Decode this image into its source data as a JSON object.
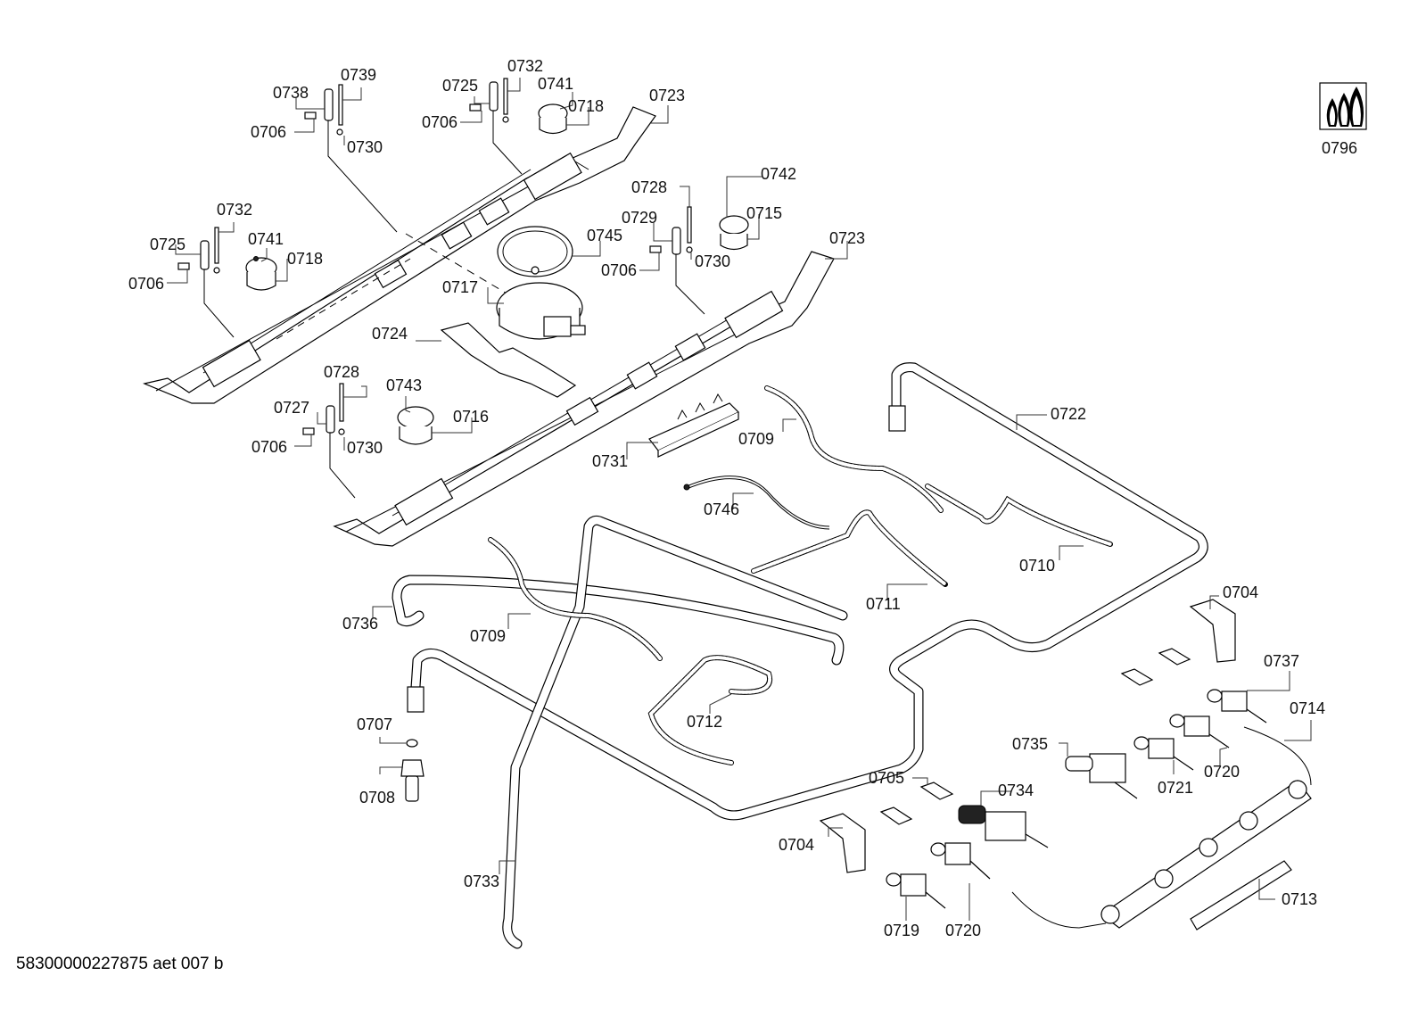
{
  "diagram": {
    "title": "Exploded parts diagram – gas hob burner assembly",
    "document_id": "58300000227875 aet 007 b",
    "legend_icon": {
      "name": "gas-flames-icon",
      "label": "0796"
    },
    "callouts": [
      {
        "id": "c0738",
        "label": "0738",
        "part": "ignition-electrode"
      },
      {
        "id": "c0739",
        "label": "0739",
        "part": "thermocouple"
      },
      {
        "id": "c0706a",
        "label": "0706",
        "part": "clip"
      },
      {
        "id": "c0730a",
        "label": "0730",
        "part": "nut"
      },
      {
        "id": "c0725a",
        "label": "0725",
        "part": "ignition-electrode"
      },
      {
        "id": "c0732a",
        "label": "0732",
        "part": "thermocouple"
      },
      {
        "id": "c0706b",
        "label": "0706",
        "part": "clip"
      },
      {
        "id": "c0741a",
        "label": "0741",
        "part": "gasket-ring"
      },
      {
        "id": "c0718a",
        "label": "0718",
        "part": "burner-housing"
      },
      {
        "id": "c0723a",
        "label": "0723",
        "part": "mounting-rail"
      },
      {
        "id": "c0732b",
        "label": "0732",
        "part": "thermocouple"
      },
      {
        "id": "c0725b",
        "label": "0725",
        "part": "ignition-electrode"
      },
      {
        "id": "c0741b",
        "label": "0741",
        "part": "gasket-ring"
      },
      {
        "id": "c0718b",
        "label": "0718",
        "part": "burner-housing"
      },
      {
        "id": "c0706c",
        "label": "0706",
        "part": "clip"
      },
      {
        "id": "c0745",
        "label": "0745",
        "part": "wok-burner-ring"
      },
      {
        "id": "c0717",
        "label": "0717",
        "part": "wok-burner-housing"
      },
      {
        "id": "c0728a",
        "label": "0728",
        "part": "thermocouple"
      },
      {
        "id": "c0729",
        "label": "0729",
        "part": "ignition-electrode"
      },
      {
        "id": "c0706d",
        "label": "0706",
        "part": "clip"
      },
      {
        "id": "c0730b",
        "label": "0730",
        "part": "nut"
      },
      {
        "id": "c0742",
        "label": "0742",
        "part": "gasket-ring"
      },
      {
        "id": "c0715",
        "label": "0715",
        "part": "burner-housing"
      },
      {
        "id": "c0723b",
        "label": "0723",
        "part": "mounting-rail"
      },
      {
        "id": "c0724",
        "label": "0724",
        "part": "bracket"
      },
      {
        "id": "c0728b",
        "label": "0728",
        "part": "thermocouple"
      },
      {
        "id": "c0727",
        "label": "0727",
        "part": "ignition-electrode"
      },
      {
        "id": "c0706e",
        "label": "0706",
        "part": "clip"
      },
      {
        "id": "c0730c",
        "label": "0730",
        "part": "nut"
      },
      {
        "id": "c0743",
        "label": "0743",
        "part": "gasket-ring"
      },
      {
        "id": "c0716",
        "label": "0716",
        "part": "burner-housing"
      },
      {
        "id": "c0731",
        "label": "0731",
        "part": "ignition-module"
      },
      {
        "id": "c0709a",
        "label": "0709",
        "part": "flexible-hose"
      },
      {
        "id": "c0722",
        "label": "0722",
        "part": "gas-manifold-pipe"
      },
      {
        "id": "c0746",
        "label": "0746",
        "part": "hose"
      },
      {
        "id": "c0710",
        "label": "0710",
        "part": "flexible-hose"
      },
      {
        "id": "c0711",
        "label": "0711",
        "part": "flexible-hose"
      },
      {
        "id": "c0736",
        "label": "0736",
        "part": "gas-pipe"
      },
      {
        "id": "c0709b",
        "label": "0709",
        "part": "flexible-hose"
      },
      {
        "id": "c0704a",
        "label": "0704",
        "part": "switch-bracket"
      },
      {
        "id": "c0737",
        "label": "0737",
        "part": "gas-valve"
      },
      {
        "id": "c0714",
        "label": "0714",
        "part": "ignition-switch-harness"
      },
      {
        "id": "c0712",
        "label": "0712",
        "part": "flexible-hose"
      },
      {
        "id": "c0707",
        "label": "0707",
        "part": "seal-washer"
      },
      {
        "id": "c0735",
        "label": "0735",
        "part": "gas-valve"
      },
      {
        "id": "c0721",
        "label": "0721",
        "part": "gas-valve"
      },
      {
        "id": "c0720a",
        "label": "0720",
        "part": "gas-valve"
      },
      {
        "id": "c0708",
        "label": "0708",
        "part": "gas-inlet-connector"
      },
      {
        "id": "c0705",
        "label": "0705",
        "part": "clip"
      },
      {
        "id": "c0734",
        "label": "0734",
        "part": "gas-valve"
      },
      {
        "id": "c0704b",
        "label": "0704",
        "part": "switch-bracket"
      },
      {
        "id": "c0733",
        "label": "0733",
        "part": "gas-pipe"
      },
      {
        "id": "c0713",
        "label": "0713",
        "part": "cover-strip"
      },
      {
        "id": "c0719",
        "label": "0719",
        "part": "gas-valve"
      },
      {
        "id": "c0720b",
        "label": "0720",
        "part": "gas-valve"
      }
    ]
  }
}
